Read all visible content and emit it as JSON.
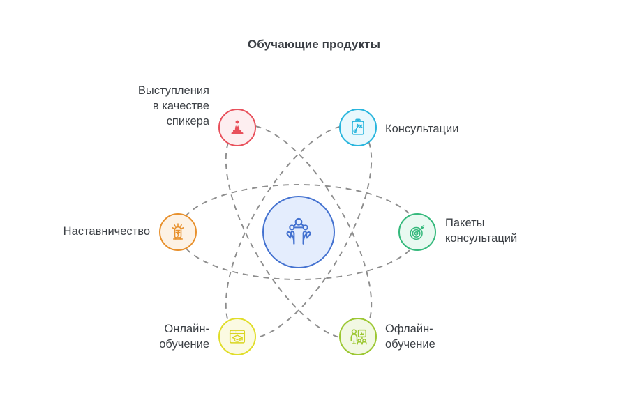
{
  "title": "Обучающие продукты",
  "colors": {
    "background": "#ffffff",
    "title_text": "#3b3f45",
    "label_text": "#3c4045",
    "orbit_dash": "#8d8d8d",
    "hub_border": "#4472d0",
    "hub_fill": "#e4edfd",
    "hub_icon": "#4472d0",
    "speaker_red": "#e8505b",
    "speaker_fill": "#fdeef0",
    "consult_cyan": "#28b5dd",
    "consult_fill": "#e9f8fd",
    "packages_green": "#35b97c",
    "packages_fill": "#e9f9f1",
    "mentoring_orange": "#e8912e",
    "mentoring_fill": "#fdf2e5",
    "online_yellow": "#e0dd28",
    "online_fill": "#fbfae2",
    "offline_lightgreen": "#9cc732",
    "offline_fill": "#f2f8e3"
  },
  "hub": {
    "icon": "hands-holding-network-icon",
    "label": ""
  },
  "nodes": [
    {
      "id": "speaker",
      "label": "Выступления\nв качестве\nспикера",
      "icon": "podium-speaker-icon",
      "color_key": "speaker_red",
      "fill_key": "speaker_fill",
      "side": "left"
    },
    {
      "id": "consultations",
      "label": "Консультации",
      "icon": "clipboard-strategy-icon",
      "color_key": "consult_cyan",
      "fill_key": "consult_fill",
      "side": "right"
    },
    {
      "id": "mentoring",
      "label": "Наставничество",
      "icon": "raised-fist-idea-icon",
      "color_key": "mentoring_orange",
      "fill_key": "mentoring_fill",
      "side": "left"
    },
    {
      "id": "packages",
      "label": "Пакеты\nконсультаций",
      "icon": "target-dart-icon",
      "color_key": "packages_green",
      "fill_key": "packages_fill",
      "side": "right"
    },
    {
      "id": "online",
      "label": "Онлайн-\nобучение",
      "icon": "browser-graduation-cap-icon",
      "color_key": "online_yellow",
      "fill_key": "online_fill",
      "side": "left"
    },
    {
      "id": "offline",
      "label": "Офлайн-\nобучение",
      "icon": "classroom-presenter-icon",
      "color_key": "offline_lightgreen",
      "fill_key": "offline_fill",
      "side": "right"
    }
  ],
  "chart_data": {
    "type": "diagram",
    "layout": "atom-orbital-hub-and-spoke",
    "title": "Обучающие продукты",
    "center": "hands-holding-network-icon",
    "satellite_count": 6,
    "orbit_count": 3,
    "orbit_style": "dashed ellipse",
    "categories": [
      "Выступления в качестве спикера",
      "Консультации",
      "Наставничество",
      "Пакеты консультаций",
      "Онлайн-обучение",
      "Офлайн-обучение"
    ]
  }
}
